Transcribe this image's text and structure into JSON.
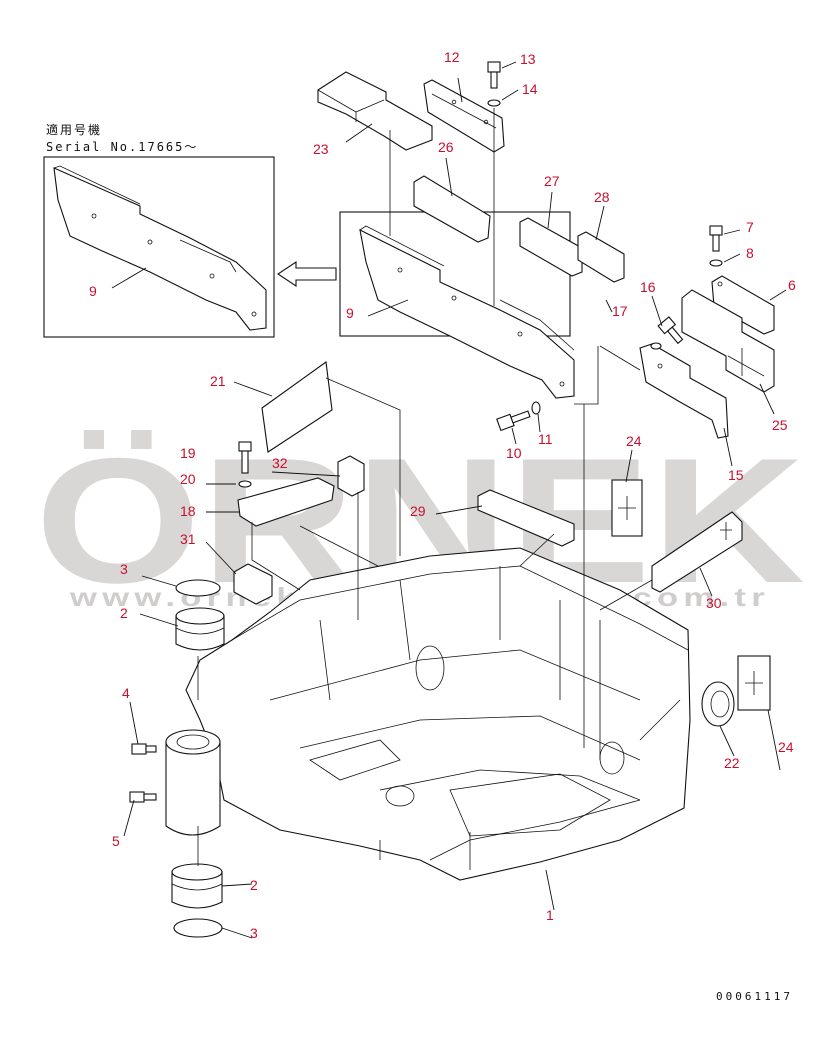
{
  "document": {
    "serial_note_line1": "適用号機",
    "serial_note_line2": "Serial No.17665～",
    "doc_number": "00061117"
  },
  "watermark": {
    "brand": "ÖRNEK",
    "url": "www.ornekyedekparcalari.com.tr"
  },
  "colors": {
    "callout": "#c8102e",
    "line": "#111111",
    "watermark": "#d9d6d6",
    "watermark_accent": "#f1c27d"
  },
  "callouts": [
    {
      "id": "c12",
      "label": "12"
    },
    {
      "id": "c13",
      "label": "13"
    },
    {
      "id": "c14",
      "label": "14"
    },
    {
      "id": "c23",
      "label": "23"
    },
    {
      "id": "c26",
      "label": "26"
    },
    {
      "id": "c27",
      "label": "27"
    },
    {
      "id": "c28",
      "label": "28"
    },
    {
      "id": "c7",
      "label": "7"
    },
    {
      "id": "c8",
      "label": "8"
    },
    {
      "id": "c6",
      "label": "6"
    },
    {
      "id": "c16",
      "label": "16"
    },
    {
      "id": "c17",
      "label": "17"
    },
    {
      "id": "c9a",
      "label": "9"
    },
    {
      "id": "c9b",
      "label": "9"
    },
    {
      "id": "c25",
      "label": "25"
    },
    {
      "id": "c21",
      "label": "21"
    },
    {
      "id": "c11",
      "label": "11"
    },
    {
      "id": "c10",
      "label": "10"
    },
    {
      "id": "c24a",
      "label": "24"
    },
    {
      "id": "c15",
      "label": "15"
    },
    {
      "id": "c19",
      "label": "19"
    },
    {
      "id": "c32",
      "label": "32"
    },
    {
      "id": "c20",
      "label": "20"
    },
    {
      "id": "c18",
      "label": "18"
    },
    {
      "id": "c29",
      "label": "29"
    },
    {
      "id": "c31",
      "label": "31"
    },
    {
      "id": "c3a",
      "label": "3"
    },
    {
      "id": "c2a",
      "label": "2"
    },
    {
      "id": "c30",
      "label": "30"
    },
    {
      "id": "c4",
      "label": "4"
    },
    {
      "id": "c22",
      "label": "22"
    },
    {
      "id": "c24b",
      "label": "24"
    },
    {
      "id": "c5",
      "label": "5"
    },
    {
      "id": "c2b",
      "label": "2"
    },
    {
      "id": "c1",
      "label": "1"
    },
    {
      "id": "c3b",
      "label": "3"
    }
  ]
}
